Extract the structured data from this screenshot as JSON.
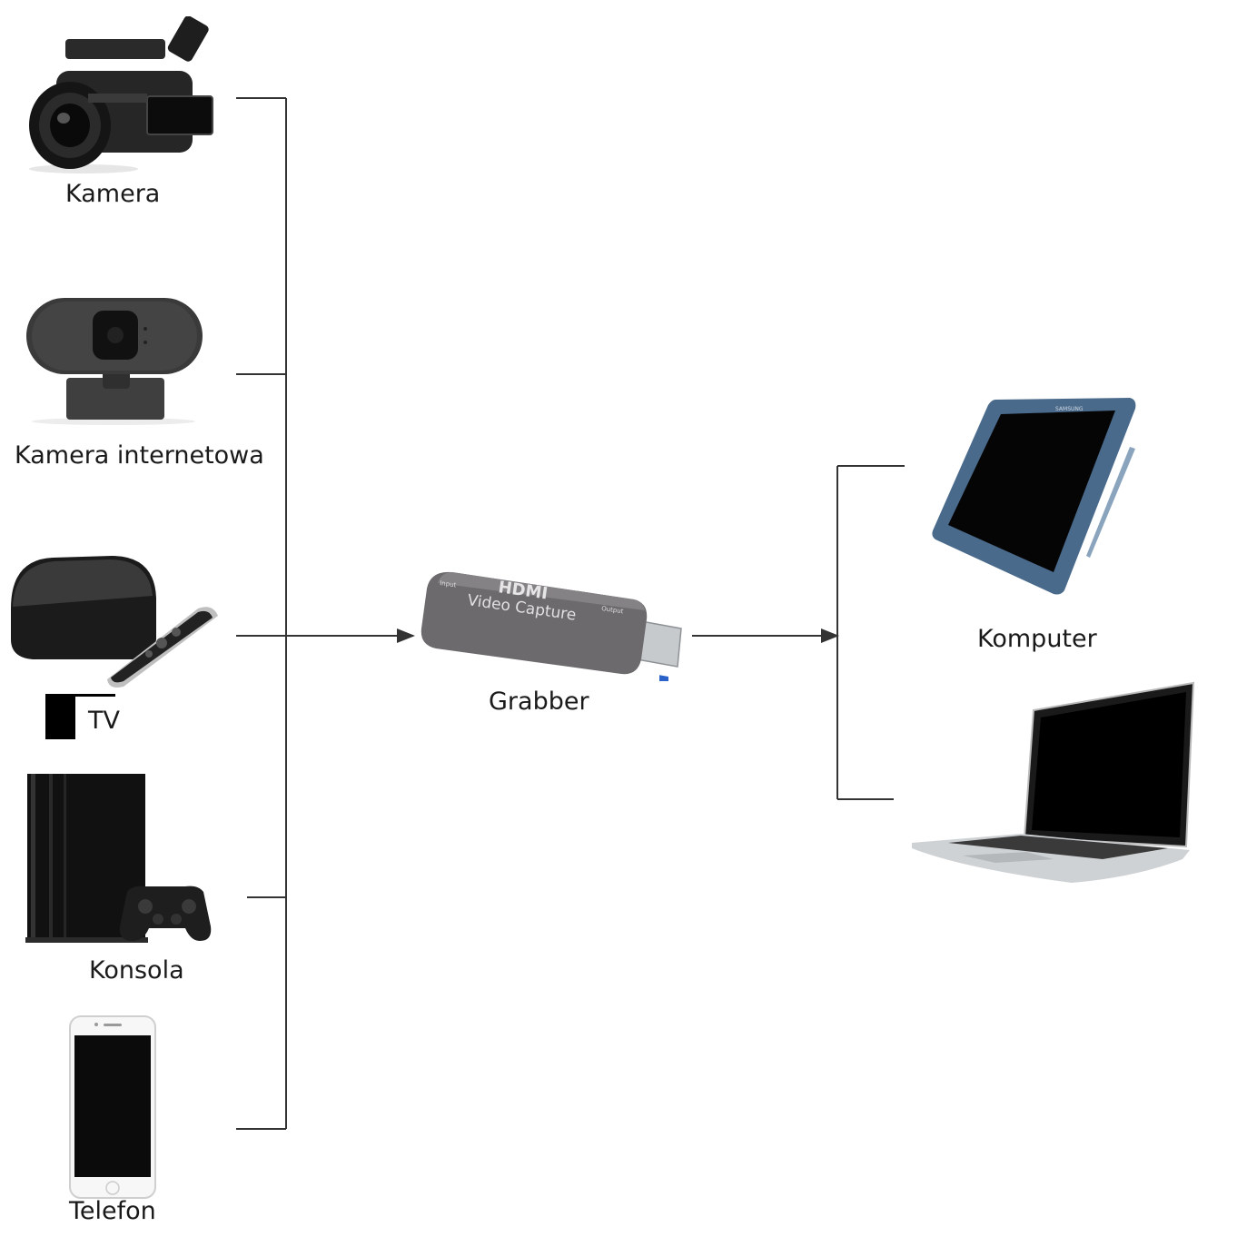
{
  "inputs": {
    "camera": "Kamera",
    "webcam": "Kamera internetowa",
    "tv": "TV",
    "console": "Konsola",
    "phone": "Telefon"
  },
  "center": {
    "label": "Grabber",
    "brand": "HDMI",
    "product": "Video Capture",
    "port_in": "Input",
    "port_out": "Output"
  },
  "output": {
    "label": "Komputer",
    "tablet_brand": "SAMSUNG"
  },
  "colors": {
    "line": "#333333",
    "device_dark": "#1c1c1c",
    "grabber_body": "#6d6a6e",
    "usb_plug": "#bfc3c7",
    "usb_blue": "#2a62c9",
    "tablet_frame": "#4a6a8c",
    "laptop_silver": "#cfd2d5"
  }
}
